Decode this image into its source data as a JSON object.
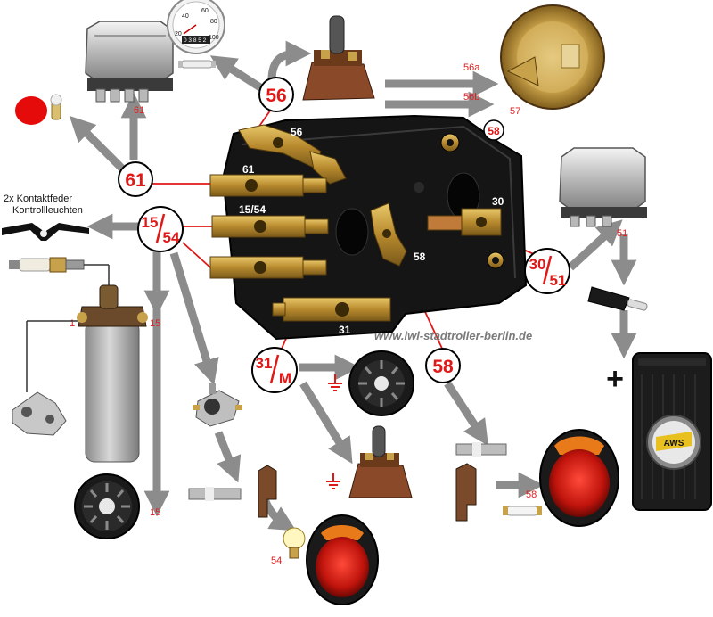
{
  "watermark": "www.iwl-stadtroller-berlin.de",
  "contact_note": {
    "line1": "2x Kontaktfeder",
    "line2": "Kontrollleuchten"
  },
  "terminal_circles": {
    "t56": "56",
    "t61": "61",
    "t15_54_a": "15",
    "t15_54_b": "54",
    "t30_51_a": "30",
    "t30_51_b": "51",
    "t31_m_a": "31",
    "t31_m_b": "M",
    "t58": "58",
    "t58_small": "58"
  },
  "board_labels": {
    "b56": "56",
    "b61": "61",
    "b15_54": "15/54",
    "b30": "30",
    "b58": "58",
    "b31": "31"
  },
  "small_labels": {
    "headlight_56a": "56a",
    "headlight_56b": "56b",
    "headlight_57": "57",
    "regulator_61": "61",
    "regulator_51": "51",
    "coil_1": "1",
    "coil_15": "15",
    "tail_15": "15",
    "bulb_54": "54",
    "tail_58": "58"
  },
  "speedometer": {
    "ticks": [
      "20",
      "40",
      "60",
      "80",
      "100"
    ],
    "odometer": "0 3 8 5 2"
  },
  "battery": {
    "plus_sign": "+",
    "badge": "AWS"
  },
  "colors": {
    "arrow": "#8c8c8c",
    "label_red": "#e01818",
    "board": "#151515",
    "brass": "#c8a24a"
  }
}
